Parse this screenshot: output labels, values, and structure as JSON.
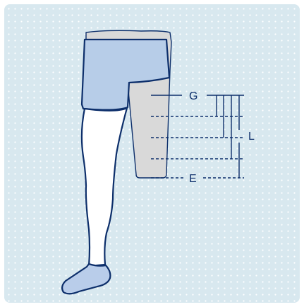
{
  "diagram": {
    "labels": {
      "g": "G",
      "l": "L",
      "e": "E"
    },
    "colors": {
      "background": "#d8e8ef",
      "dots": "#ffffff",
      "outline": "#0d2f6b",
      "shorts_fill": "#b7cde8",
      "socket_fill": "#d9d9d9",
      "leg_fill": "#ffffff",
      "shoe_fill": "#b9cdea"
    },
    "icons": {
      "figure": "amputee-leg-figure",
      "prosthesis": "thigh-socket-liner",
      "measure": "measurement-lines"
    }
  }
}
